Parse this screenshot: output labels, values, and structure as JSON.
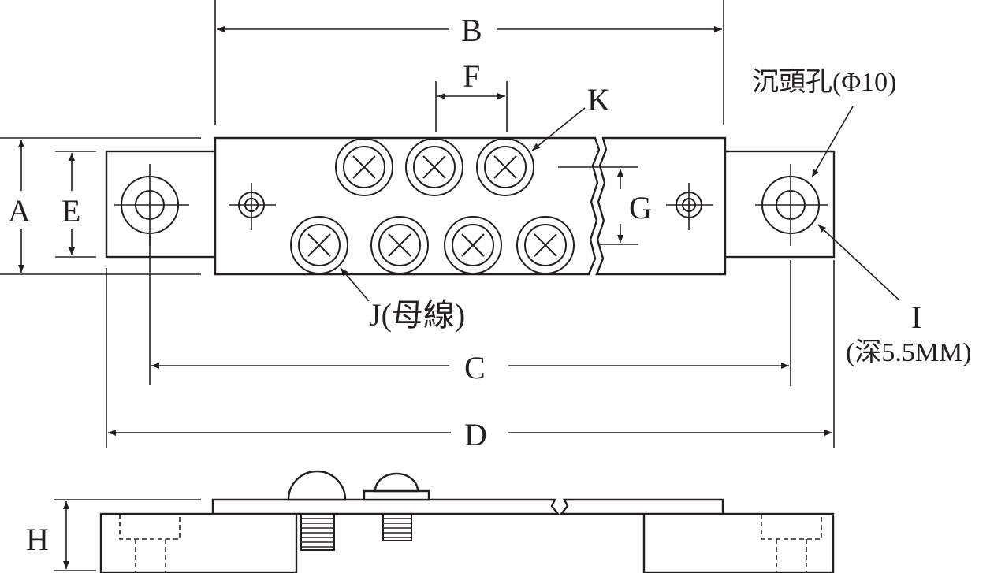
{
  "labels": {
    "A": "A",
    "B": "B",
    "C": "C",
    "D": "D",
    "E": "E",
    "F": "F",
    "G": "G",
    "H": "H",
    "K": "K",
    "J": "J(母線)",
    "I": "I",
    "I_depth": "(深5.5MM)",
    "countersink": "沉頭孔(Φ10)"
  }
}
